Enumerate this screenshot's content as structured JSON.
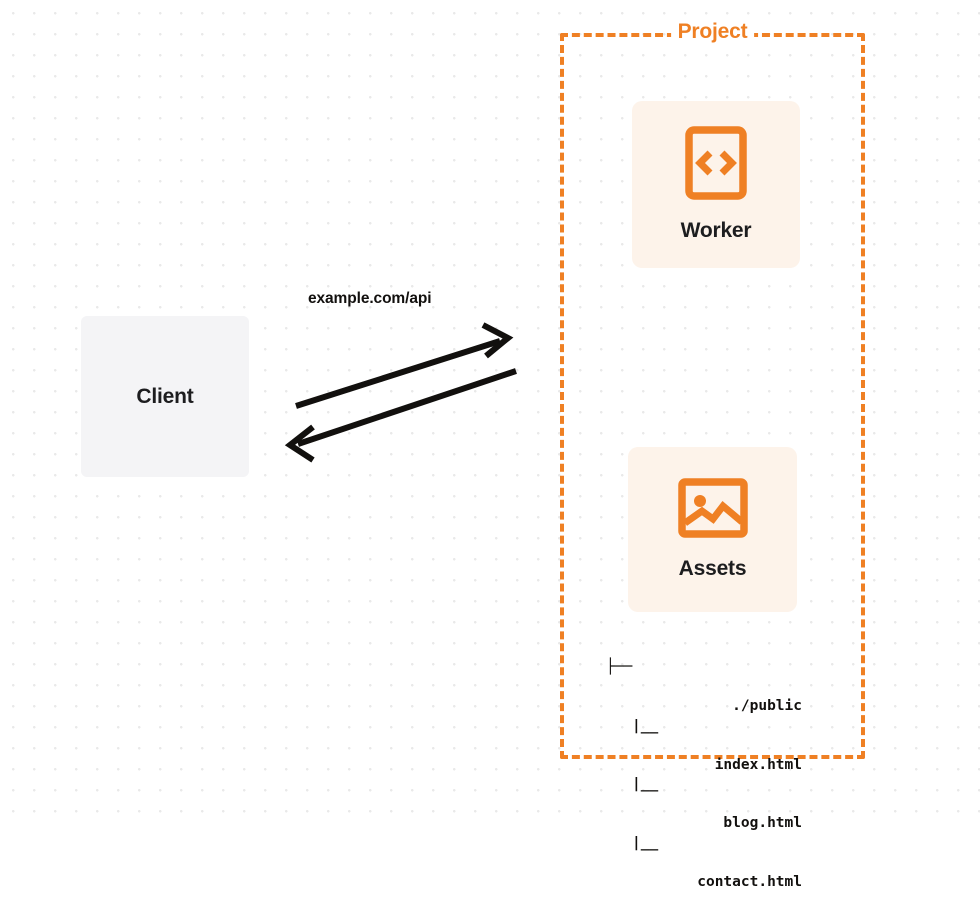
{
  "diagram": {
    "title": "Client to Project request flow",
    "colors": {
      "accent_orange": "#ef8024",
      "card_background": "#fdf3ea",
      "client_background": "#f4f4f6",
      "text_dark": "#1d1d1f",
      "grid_dot": "#e9e9e9"
    }
  },
  "client": {
    "label": "Client"
  },
  "connection": {
    "label": "example.com/api",
    "request_direction": "client-to-project",
    "response_direction": "project-to-client"
  },
  "project": {
    "title": "Project",
    "cards": [
      {
        "label": "Worker",
        "icon": "code-brackets-icon"
      },
      {
        "label": "Assets",
        "icon": "image-icon"
      }
    ],
    "file_tree": [
      {
        "glyph": "├──",
        "name": "./public",
        "indent": 0
      },
      {
        "glyph": "|__",
        "name": "index.html",
        "indent": 1
      },
      {
        "glyph": "|__",
        "name": "blog.html",
        "indent": 1
      },
      {
        "glyph": "|__",
        "name": "contact.html",
        "indent": 1
      }
    ]
  }
}
